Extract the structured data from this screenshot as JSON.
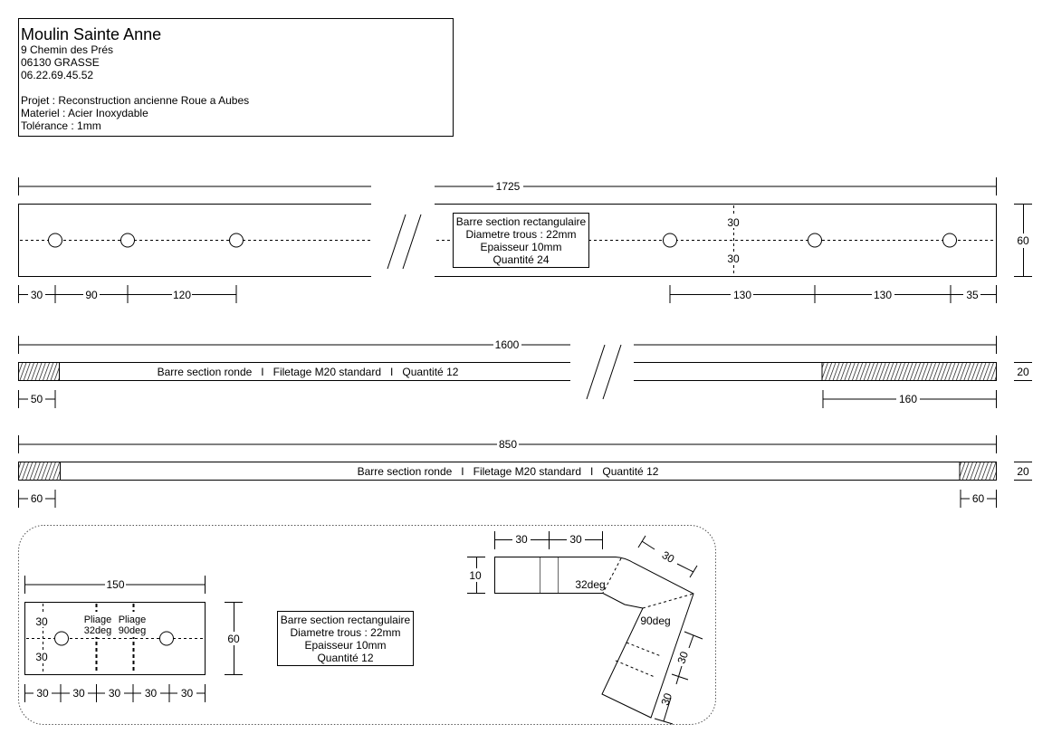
{
  "header": {
    "company": "Moulin Sainte Anne",
    "address_line1": "9 Chemin des Prés",
    "address_line2": "06130 GRASSE",
    "phone": "06.22.69.45.52",
    "project": "Projet : Reconstruction ancienne Roue a Aubes",
    "material": "Materiel : Acier Inoxydable",
    "tolerance": "Tolérance : 1mm"
  },
  "part1": {
    "length": "1725",
    "height": "60",
    "half_top": "30",
    "half_bottom": "30",
    "info": [
      "Barre section rectangulaire",
      "Diametre trous : 22mm",
      "Epaisseur 10mm",
      "Quantité 24"
    ],
    "dims_left": [
      "30",
      "90",
      "120"
    ],
    "dims_right": [
      "130",
      "130",
      "35"
    ]
  },
  "part2": {
    "length": "1600",
    "diameter": "20",
    "label": "Barre section ronde   I   Filetage M20 standard   I   Quantité 12",
    "thread_left": "50",
    "thread_right": "160"
  },
  "part3": {
    "length": "850",
    "diameter": "20",
    "label": "Barre section ronde   I   Filetage M20 standard   I   Quantité 12",
    "thread_left": "60",
    "thread_right": "60"
  },
  "part4": {
    "length": "150",
    "height": "60",
    "half_top": "30",
    "half_bottom": "30",
    "bend1_label1": "Pliage",
    "bend1_label2": "32deg",
    "bend2_label1": "Pliage",
    "bend2_label2": "90deg",
    "segments": [
      "30",
      "30",
      "30",
      "30",
      "30"
    ],
    "info": [
      "Barre section rectangulaire",
      "Diametre trous : 22mm",
      "Epaisseur 10mm",
      "Quantité 12"
    ],
    "side_thickness": "10",
    "side_dims_top": [
      "30",
      "30"
    ],
    "side_angle1": "32deg",
    "side_angle2": "90deg",
    "side_dim_diag1": "30",
    "side_dim_diag2": "30",
    "side_dim_diag3": "30"
  }
}
